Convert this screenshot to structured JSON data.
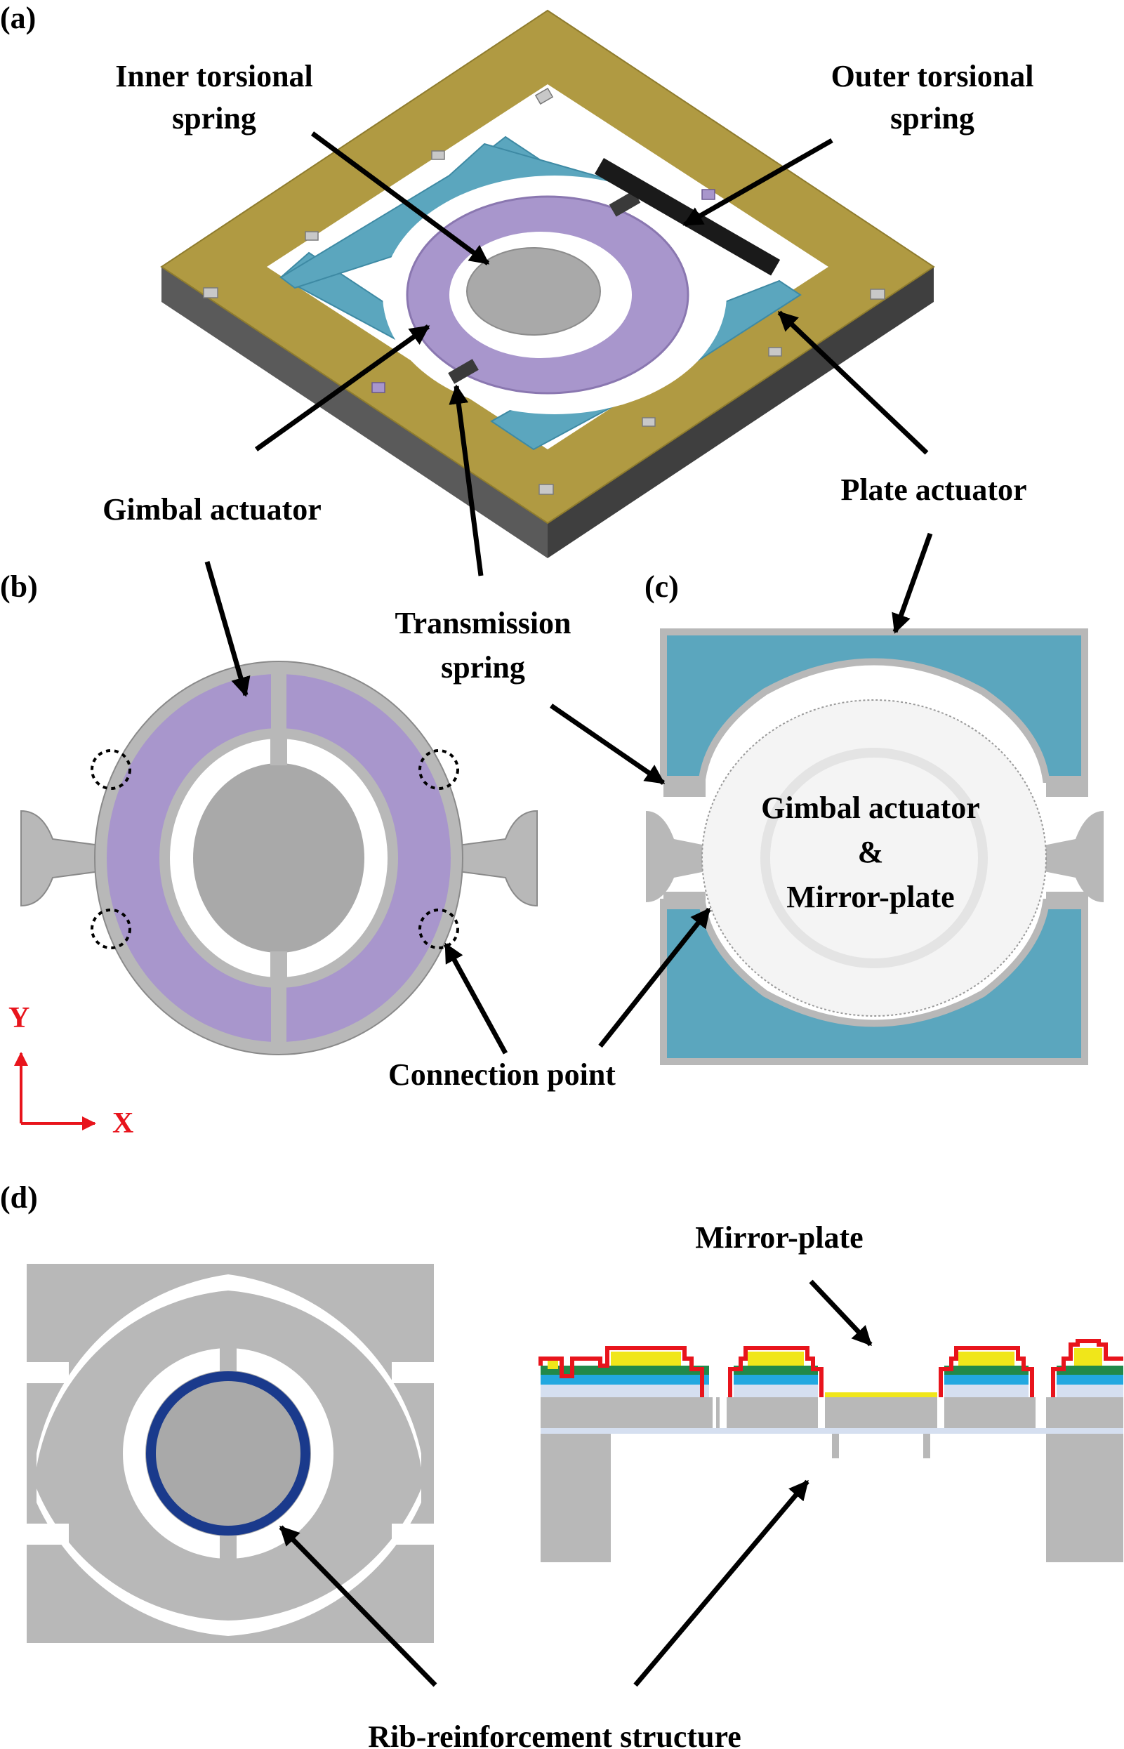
{
  "panels": {
    "a": "(a)",
    "b": "(b)",
    "c": "(c)",
    "d": "(d)"
  },
  "labels": {
    "inner_spring": [
      "Inner torsional",
      "spring"
    ],
    "outer_spring": [
      "Outer torsional",
      "spring"
    ],
    "gimbal_actuator": "Gimbal actuator",
    "plate_actuator": "Plate actuator",
    "transmission_spring": [
      "Transmission",
      "spring"
    ],
    "gimbal_mirror": [
      "Gimbal actuator",
      "&",
      "Mirror-plate"
    ],
    "connection_point": "Connection point",
    "mirror_plate": "Mirror-plate",
    "rib_structure": "Rib-reinforcement structure"
  },
  "axes": {
    "y": "Y",
    "x": "X"
  },
  "colors": {
    "frame_gold": "#b09a42",
    "frame_side": "#555555",
    "plate_actuator_teal": "#5ba6be",
    "gimbal_purple": "#a896cc",
    "structure_gray": "#b8b8b8",
    "mirror_gray": "#a9a9a9",
    "rib_navy": "#1a3a8c",
    "axis_red": "#e8141c",
    "layer_red": "#e8141c",
    "layer_yellow": "#f0e61a",
    "layer_green": "#21894a",
    "layer_cyan": "#22a8e0",
    "layer_lightblue": "#d5dff0"
  }
}
